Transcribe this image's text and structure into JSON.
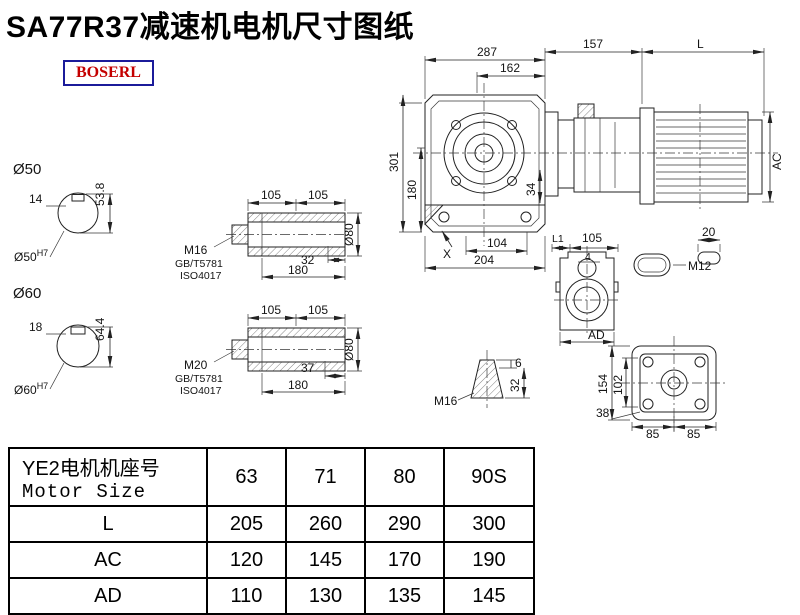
{
  "page": {
    "title": "SA77R37减速机电机尺寸图纸",
    "logo": "BOSERL"
  },
  "main_view": {
    "d287": "287",
    "d162": "162",
    "d157": "157",
    "dL": "L",
    "d301": "301",
    "d180": "180",
    "d34": "34",
    "dAC": "AC",
    "dX": "X",
    "d104": "104",
    "d204": "204"
  },
  "shaft_input_50": {
    "dia": "Ø50",
    "d14": "14",
    "d53_8": "53.8",
    "bore_dia": "Ø50",
    "bore_tol": "H7"
  },
  "shaft_input_60": {
    "dia": "Ø60",
    "d18": "18",
    "d64_4": "64.4",
    "bore_dia": "Ø60",
    "bore_tol": "H7"
  },
  "hollow_shaft_m16": {
    "d105a": "105",
    "d105b": "105",
    "thread": "M16",
    "std_gb": "GB/T5781",
    "std_iso": "ISO4017",
    "d32": "32",
    "d180": "180",
    "dia80": "Ø80"
  },
  "hollow_shaft_m20": {
    "d105a": "105",
    "d105b": "105",
    "thread": "M20",
    "std_gb": "GB/T5781",
    "std_iso": "ISO4017",
    "d37": "37",
    "d180": "180",
    "dia80": "Ø80"
  },
  "side_view": {
    "dL1": "L1",
    "d105": "105",
    "d4": "4",
    "dAD": "AD",
    "d20": "20",
    "thread": "M12"
  },
  "cone_view": {
    "d6": "6",
    "d32": "32",
    "thread": "M16"
  },
  "flange_view": {
    "d154": "154",
    "d102": "102",
    "d38": "38",
    "d85a": "85",
    "d85b": "85"
  },
  "table": {
    "header_line1": "YE2电机机座号",
    "header_line2": "Motor Size",
    "sizes": [
      "63",
      "71",
      "80",
      "90S"
    ],
    "rows": [
      {
        "label": "L",
        "values": [
          "205",
          "260",
          "290",
          "300"
        ]
      },
      {
        "label": "AC",
        "values": [
          "120",
          "145",
          "170",
          "190"
        ]
      },
      {
        "label": "AD",
        "values": [
          "110",
          "130",
          "135",
          "145"
        ]
      }
    ]
  }
}
